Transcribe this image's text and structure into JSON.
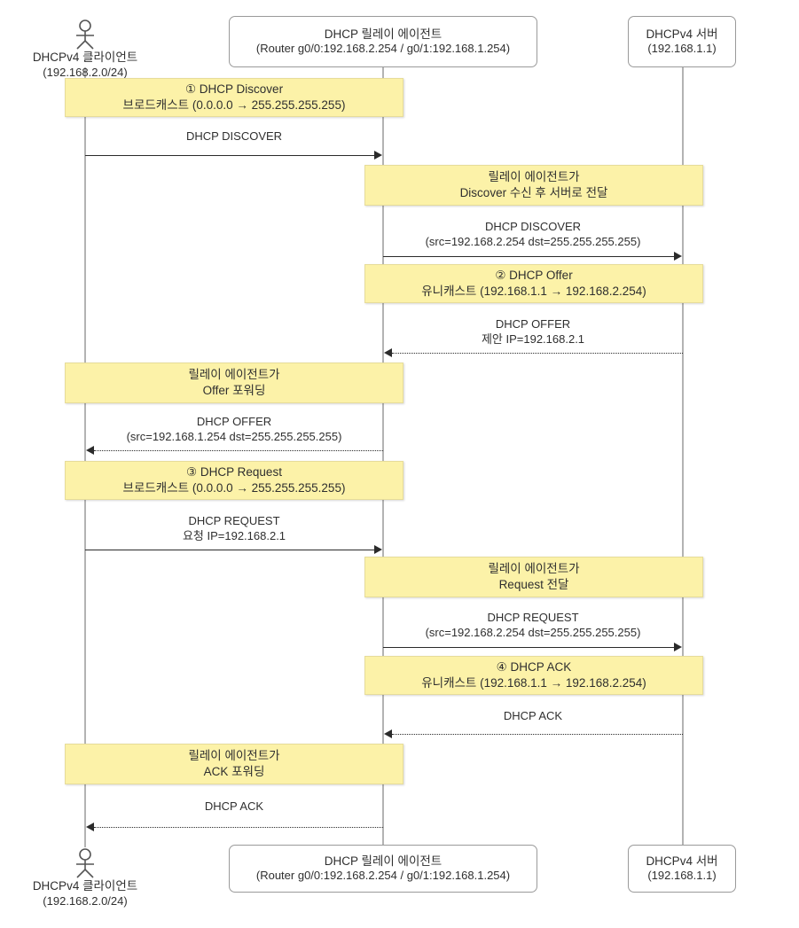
{
  "diagram": {
    "title": "DHCPv4 relay agent sequence diagram",
    "colors": {
      "note_fill": "#fcf2a8",
      "note_border": "#e6dc9a",
      "lifeline": "#b3b3b3",
      "arrow": "#2b2b2b",
      "box_border": "#9a9a9a",
      "background": "#ffffff"
    }
  },
  "participants": {
    "client": {
      "name": "DHCPv4 클라이언트",
      "detail": "(192.168.2.0/24)",
      "type": "actor"
    },
    "relay": {
      "name": "DHCP 릴레이 에이전트",
      "detail": "(Router g0/0:192.168.2.254 / g0/1:192.168.1.254)",
      "type": "box"
    },
    "server": {
      "name": "DHCPv4 서버",
      "detail": "(192.168.1.1)",
      "type": "box"
    }
  },
  "notes": [
    {
      "id": "note-discover",
      "line1": "① DHCP Discover",
      "line2": "브로드캐스트 (0.0.0.0 → 255.255.255.255)",
      "span": "client-relay"
    },
    {
      "id": "note-relay-discover-forward",
      "line1": "릴레이 에이전트가",
      "line2": "Discover 수신 후 서버로 전달",
      "span": "relay-server"
    },
    {
      "id": "note-offer",
      "line1": "② DHCP Offer",
      "line2": "유니캐스트 (192.168.1.1 → 192.168.2.254)",
      "span": "relay-server"
    },
    {
      "id": "note-relay-offer-forward",
      "line1": "릴레이 에이전트가",
      "line2": "Offer 포워딩",
      "span": "client-relay"
    },
    {
      "id": "note-request",
      "line1": "③ DHCP Request",
      "line2": "브로드캐스트 (0.0.0.0 → 255.255.255.255)",
      "span": "client-relay"
    },
    {
      "id": "note-relay-request-forward",
      "line1": "릴레이 에이전트가",
      "line2": "Request 전달",
      "span": "relay-server"
    },
    {
      "id": "note-ack",
      "line1": "④ DHCP ACK",
      "line2": "유니캐스트 (192.168.1.1 → 192.168.2.254)",
      "span": "relay-server"
    },
    {
      "id": "note-relay-ack-forward",
      "line1": "릴레이 에이전트가",
      "line2": "ACK 포워딩",
      "span": "client-relay"
    }
  ],
  "messages": [
    {
      "id": "msg-discover",
      "line1": "DHCP DISCOVER",
      "line2": "",
      "from": "client",
      "to": "relay",
      "style": "solid",
      "direction": "right"
    },
    {
      "id": "msg-discover-relayed",
      "line1": "DHCP DISCOVER",
      "line2": "(src=192.168.2.254 dst=255.255.255.255)",
      "from": "relay",
      "to": "server",
      "style": "solid",
      "direction": "right"
    },
    {
      "id": "msg-offer",
      "line1": "DHCP OFFER",
      "line2": "제안 IP=192.168.2.1",
      "from": "server",
      "to": "relay",
      "style": "dotted",
      "direction": "left"
    },
    {
      "id": "msg-offer-relayed",
      "line1": "DHCP OFFER",
      "line2": "(src=192.168.1.254 dst=255.255.255.255)",
      "from": "relay",
      "to": "client",
      "style": "dotted",
      "direction": "left"
    },
    {
      "id": "msg-request",
      "line1": "DHCP REQUEST",
      "line2": "요청 IP=192.168.2.1",
      "from": "client",
      "to": "relay",
      "style": "solid",
      "direction": "right"
    },
    {
      "id": "msg-request-relayed",
      "line1": "DHCP REQUEST",
      "line2": "(src=192.168.2.254 dst=255.255.255.255)",
      "from": "relay",
      "to": "server",
      "style": "solid",
      "direction": "right"
    },
    {
      "id": "msg-ack",
      "line1": "DHCP ACK",
      "line2": "",
      "from": "server",
      "to": "relay",
      "style": "dotted",
      "direction": "left"
    },
    {
      "id": "msg-ack-relayed",
      "line1": "DHCP ACK",
      "line2": "",
      "from": "relay",
      "to": "client",
      "style": "dotted",
      "direction": "left"
    }
  ]
}
